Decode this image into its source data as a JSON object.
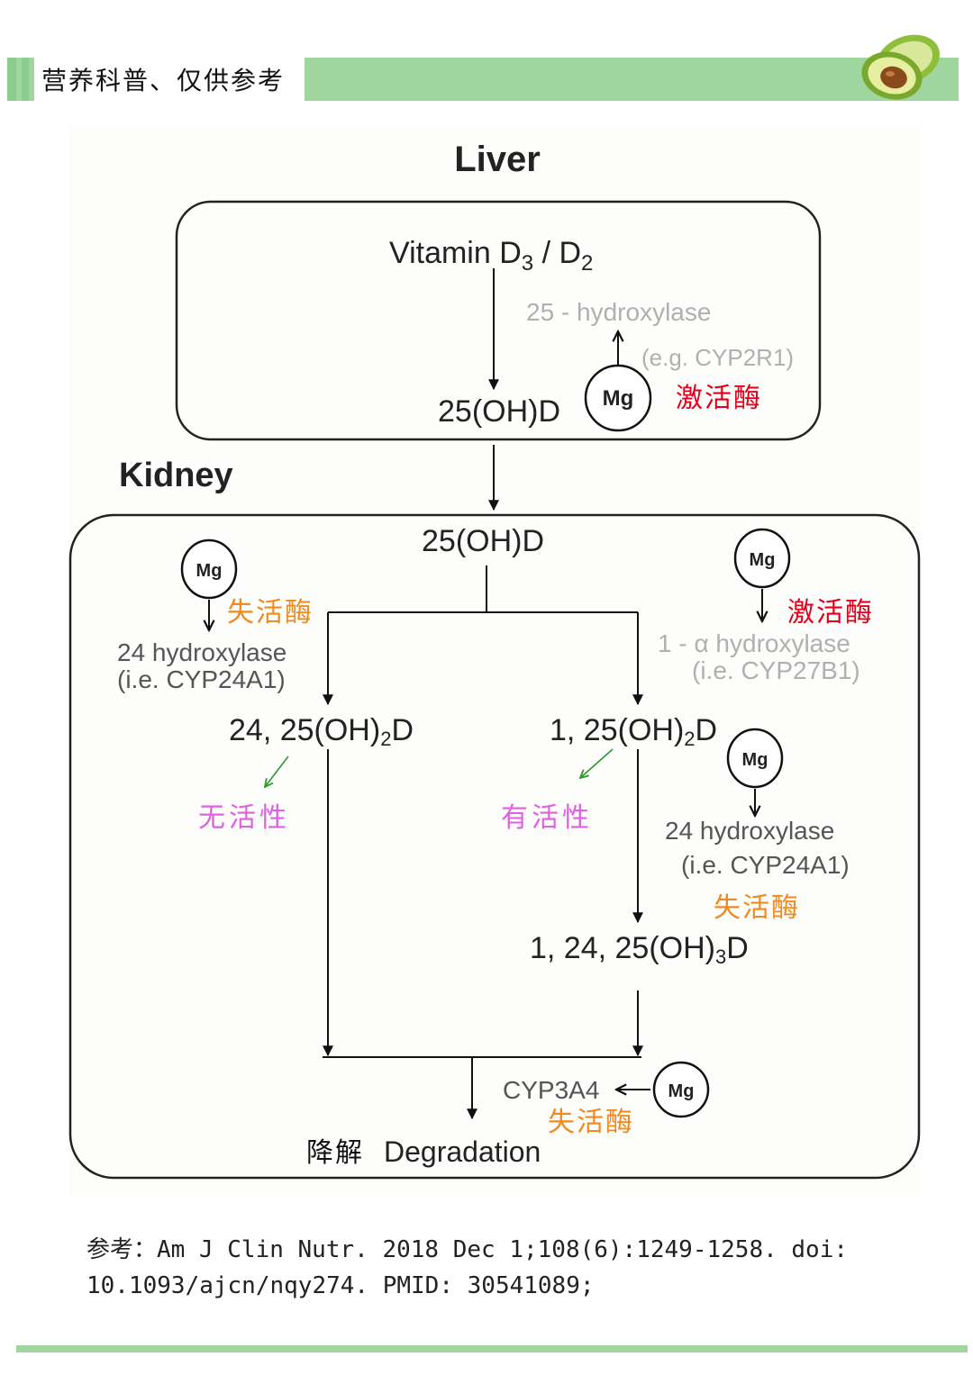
{
  "header": {
    "title": "营养科普、仅供参考"
  },
  "diagram": {
    "liver_title": "Liver",
    "kidney_title": "Kidney",
    "vitamin_label": "Vitamin D",
    "vitamin_sub1": "3",
    "vitamin_slash": " / D",
    "vitamin_sub2": "2",
    "liver_25ohd": "25(OH)D",
    "liver_enzyme": "25 - hydroxylase",
    "liver_enzyme_example": "(e.g. CYP2R1)",
    "mg": "Mg",
    "activate": "激活酶",
    "deactivate": "失活酶",
    "kidney_25ohd": "25(OH)D",
    "left_enzyme": "24 hydroxylase",
    "left_enzyme_example": "(i.e. CYP24A1)",
    "right_enzyme": "1 - α  hydroxylase",
    "right_enzyme_example": "(i.e. CYP27B1)",
    "left_product_a": "24, 25(OH)",
    "left_product_sub": "2",
    "left_product_b": "D",
    "right_product_a": "1, 25(OH)",
    "right_product_sub": "2",
    "right_product_b": "D",
    "inactive": "无活性",
    "active": "有活性",
    "right2_enzyme": "24 hydroxylase",
    "right2_enzyme_example": "(i.e. CYP24A1)",
    "trihydroxy_a": "1, 24, 25(OH)",
    "trihydroxy_sub": "3",
    "trihydroxy_b": "D",
    "cyp3a4": "CYP3A4",
    "degradation_cn": "降解",
    "degradation_en": "Degradation"
  },
  "reference": {
    "line1": "参考：Am J Clin Nutr. 2018 Dec 1;108(6):1249-1258. doi:",
    "line2": "10.1093/ajcn/nqy274. PMID: 30541089;"
  },
  "colors": {
    "header_green": "#9fd6a0",
    "activate_red": "#e0001b",
    "deactivate_orange": "#f08a1e",
    "activity_pink": "#e060e0",
    "pointer_green": "#2e9a2e",
    "enzyme_gray": "#b0b0b0"
  }
}
